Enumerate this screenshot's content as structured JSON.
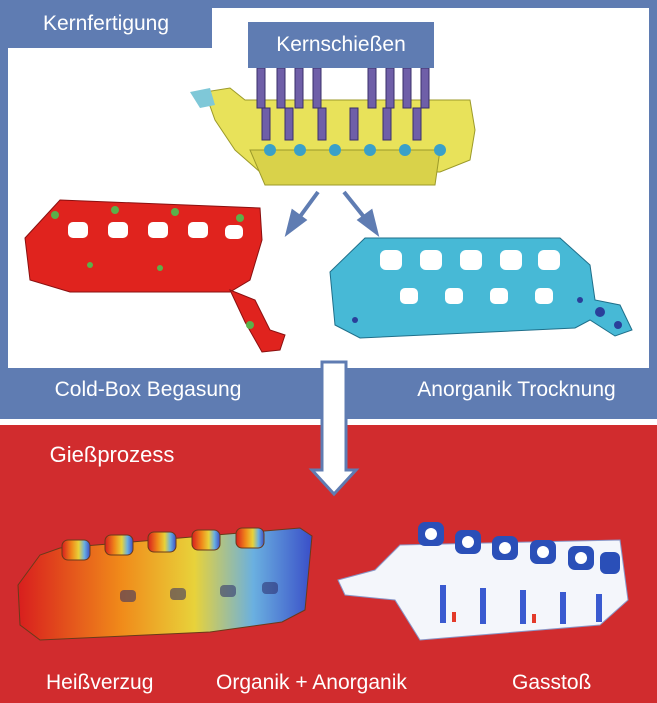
{
  "section_top": {
    "title": "Kernfertigung",
    "process_label": "Kernschießen",
    "left_result_label": "Cold-Box Begasung",
    "right_result_label": "Anorganik Trocknung"
  },
  "section_bottom": {
    "title": "Gießprozess",
    "labels": [
      "Heißverzug",
      "Organik + Anorganik",
      "Gasstoß"
    ]
  },
  "colors": {
    "top_frame": "#5f7cb2",
    "bottom_frame": "#d12c2e",
    "arrow": "#5f7cb2",
    "core_yellow": "#e8e25a",
    "core_red": "#e0231e",
    "core_cyan": "#47b9d6",
    "core_blue_white": "#2a4fb8"
  },
  "icons": {
    "split_arrows": "arrow-down-icon",
    "flow_arrow": "hollow-arrow-down-icon"
  }
}
